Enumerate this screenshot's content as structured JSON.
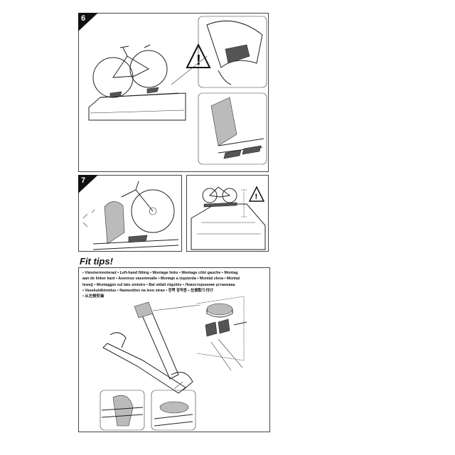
{
  "steps": [
    {
      "number": "6"
    },
    {
      "number": "7"
    }
  ],
  "fit_tips": {
    "title": "Fit tips!",
    "languages": [
      "• Vänstermonterad • Left-hand fitting • Montage links • Montage côté gauche • Montag",
      "aan de linker kant • Asennus vasemmalle • Montaje a izquierda • Montáž zleva • Montaż",
      "lewej) • Montaggio sul lato sinistro • Bal oldali rögzítés • Левосторонняя установка",
      "• Vasekuldkinnitus • Namestitev na levo stran • 왼쪽 장착용 • 左側取り付け",
      "• 从左侧安装"
    ]
  },
  "icons": [
    "warning-triangle-icon",
    "warning-triangle-icon",
    "arrow-icon"
  ]
}
